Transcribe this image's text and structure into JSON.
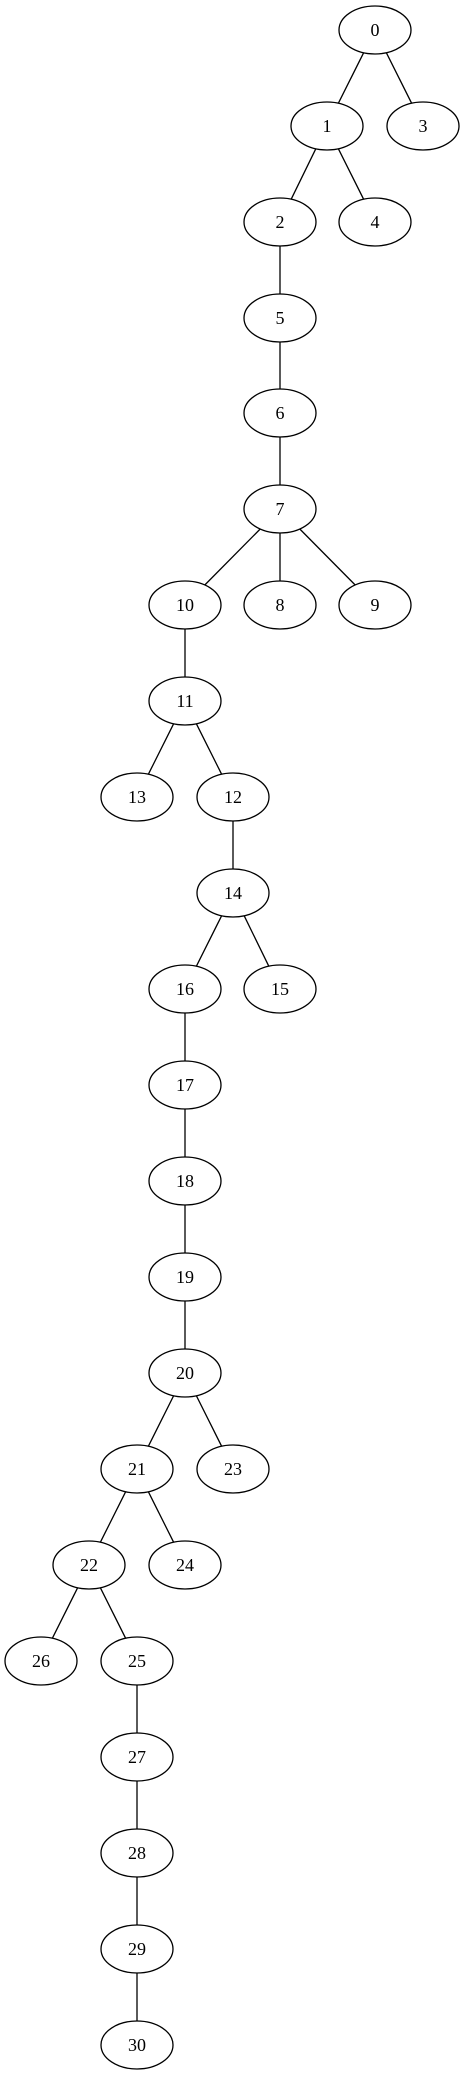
{
  "diagram": {
    "type": "tree",
    "nodes": [
      {
        "id": "0",
        "label": "0"
      },
      {
        "id": "1",
        "label": "1"
      },
      {
        "id": "2",
        "label": "2"
      },
      {
        "id": "3",
        "label": "3"
      },
      {
        "id": "4",
        "label": "4"
      },
      {
        "id": "5",
        "label": "5"
      },
      {
        "id": "6",
        "label": "6"
      },
      {
        "id": "7",
        "label": "7"
      },
      {
        "id": "8",
        "label": "8"
      },
      {
        "id": "9",
        "label": "9"
      },
      {
        "id": "10",
        "label": "10"
      },
      {
        "id": "11",
        "label": "11"
      },
      {
        "id": "12",
        "label": "12"
      },
      {
        "id": "13",
        "label": "13"
      },
      {
        "id": "14",
        "label": "14"
      },
      {
        "id": "15",
        "label": "15"
      },
      {
        "id": "16",
        "label": "16"
      },
      {
        "id": "17",
        "label": "17"
      },
      {
        "id": "18",
        "label": "18"
      },
      {
        "id": "19",
        "label": "19"
      },
      {
        "id": "20",
        "label": "20"
      },
      {
        "id": "21",
        "label": "21"
      },
      {
        "id": "22",
        "label": "22"
      },
      {
        "id": "23",
        "label": "23"
      },
      {
        "id": "24",
        "label": "24"
      },
      {
        "id": "25",
        "label": "25"
      },
      {
        "id": "26",
        "label": "26"
      },
      {
        "id": "27",
        "label": "27"
      },
      {
        "id": "28",
        "label": "28"
      },
      {
        "id": "29",
        "label": "29"
      },
      {
        "id": "30",
        "label": "30"
      }
    ],
    "edges": [
      [
        "0",
        "1"
      ],
      [
        "0",
        "3"
      ],
      [
        "1",
        "2"
      ],
      [
        "1",
        "4"
      ],
      [
        "2",
        "5"
      ],
      [
        "5",
        "6"
      ],
      [
        "6",
        "7"
      ],
      [
        "7",
        "10"
      ],
      [
        "7",
        "8"
      ],
      [
        "7",
        "9"
      ],
      [
        "10",
        "11"
      ],
      [
        "11",
        "13"
      ],
      [
        "11",
        "12"
      ],
      [
        "12",
        "14"
      ],
      [
        "14",
        "16"
      ],
      [
        "14",
        "15"
      ],
      [
        "16",
        "17"
      ],
      [
        "17",
        "18"
      ],
      [
        "18",
        "19"
      ],
      [
        "19",
        "20"
      ],
      [
        "20",
        "21"
      ],
      [
        "20",
        "23"
      ],
      [
        "21",
        "22"
      ],
      [
        "21",
        "24"
      ],
      [
        "22",
        "26"
      ],
      [
        "22",
        "25"
      ],
      [
        "25",
        "27"
      ],
      [
        "27",
        "28"
      ],
      [
        "28",
        "29"
      ],
      [
        "29",
        "30"
      ]
    ]
  }
}
